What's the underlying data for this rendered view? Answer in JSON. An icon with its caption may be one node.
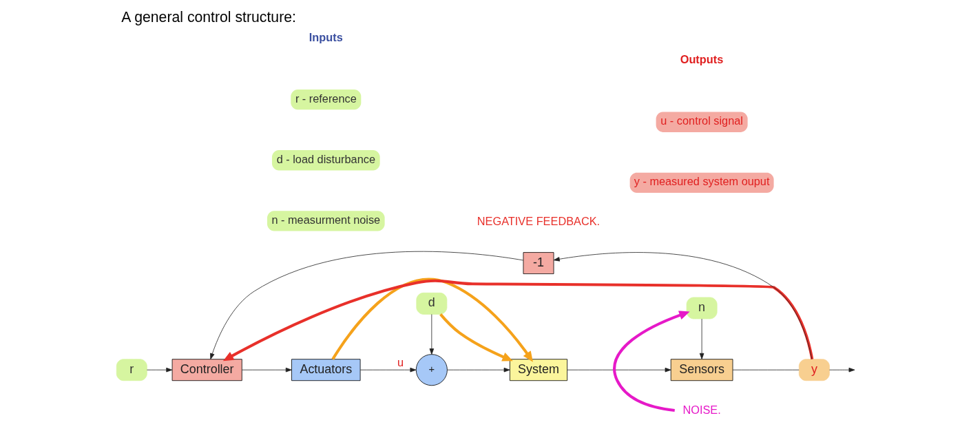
{
  "diagram": {
    "title": "A general control structure:",
    "nodes": [
      {
        "text": [
          "r"
        ]
      },
      {
        "text": [
          "Controller"
        ]
      },
      {
        "text": [
          "Actuators"
        ]
      },
      {
        "text": [
          "+"
        ]
      },
      {
        "text": [
          "d"
        ]
      },
      {
        "text": [
          "System"
        ]
      },
      {
        "text": [
          "n"
        ]
      },
      {
        "text": [
          "Sensors"
        ]
      },
      {
        "text": [
          "y"
        ]
      },
      {
        "text": [
          "-1"
        ]
      },
      {
        "text": [
          "NOISE."
        ]
      }
    ],
    "edges": [
      {
        "from": 0,
        "to": 1,
        "arrow": "to"
      },
      {
        "from": 1,
        "to": 2,
        "arrow": "to"
      },
      {
        "from": 2,
        "to": 3,
        "arrow": "to",
        "label": "u"
      },
      {
        "from": 4,
        "to": 3,
        "arrow": "to"
      },
      {
        "from": 3,
        "to": 5,
        "arrow": "to"
      },
      {
        "from": 6,
        "to": 7,
        "arrow": "to"
      },
      {
        "from": 5,
        "to": 7,
        "arrow": "to"
      },
      {
        "from": 7,
        "to": 8,
        "arrow": "none"
      },
      {
        "from": 8,
        "to": null,
        "arrow": "to"
      },
      {
        "from": 8,
        "to": 9,
        "arrow": "to"
      },
      {
        "from": 9,
        "to": 1,
        "arrow": "to"
      },
      {
        "from": 4,
        "to": 5,
        "arrow": "to",
        "color": "#f5a21b",
        "style": "thick"
      },
      {
        "from": 2,
        "to": 5,
        "arrow": "to",
        "color": "#f5a21b",
        "style": "thick"
      },
      {
        "from": 8,
        "to": 1,
        "arrow": "to",
        "color": "#e8302a",
        "style": "thick"
      },
      {
        "from": 10,
        "to": 6,
        "arrow": "to",
        "color": "#e619c8",
        "style": "thick"
      }
    ],
    "labels": [
      "NEGATIVE FEEDBACK.",
      "Inputs",
      "r - reference",
      "d - load disturbance",
      "n - measurment noise",
      "Outputs",
      "u - control signal",
      "y - measured system ouput"
    ]
  }
}
